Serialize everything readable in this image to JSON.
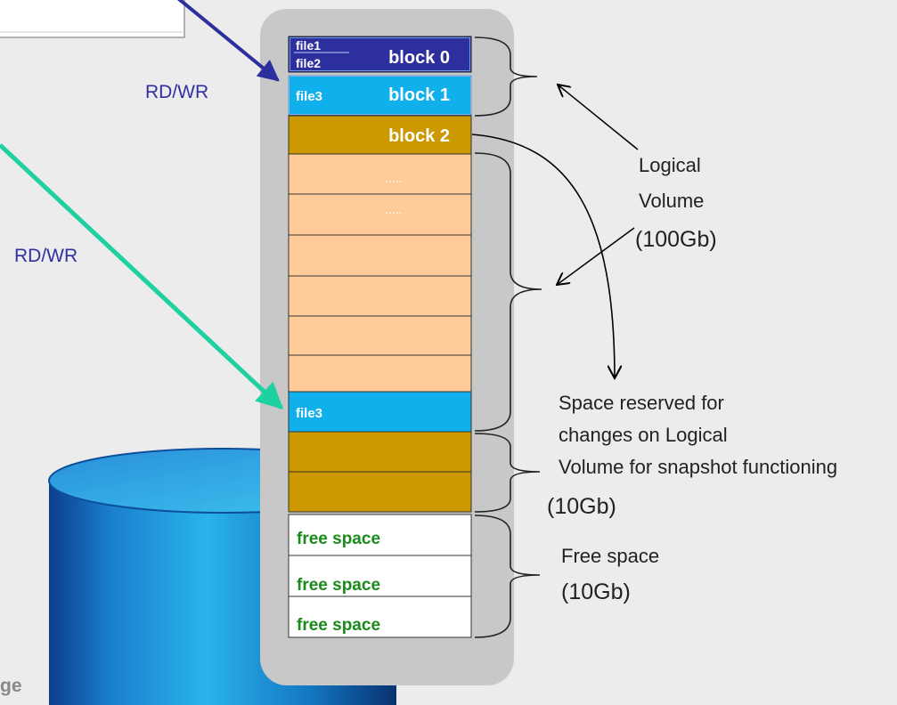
{
  "colors": {
    "background": "#ececec",
    "block0": "#2e2f9e",
    "block1": "#10b0ec",
    "block2": "#cc9900",
    "logical_block": "#ffcc99",
    "snapshot_block": "#cc9900",
    "free_block": "#ffffff",
    "free_text": "#1a8a1a",
    "arrow_navy": "#2e2f9e",
    "arrow_teal": "#1fd0a0",
    "rdwr_text": "#3030a0"
  },
  "access_labels": {
    "top": "RD/WR",
    "bottom": "RD/WR"
  },
  "blocks": {
    "block0_files": [
      "file1",
      "file2"
    ],
    "block0_label": "block 0",
    "block1_file": "file3",
    "block1_label": "block 1",
    "block2_label": "block 2",
    "dots1": ".....",
    "dots2": ".....",
    "snapshot_file": "file3",
    "free": [
      "free space",
      "free space",
      "free space"
    ]
  },
  "annotations": {
    "logical_volume": [
      "Logical",
      "Volume"
    ],
    "logical_volume_size": "(100Gb)",
    "reserved_lines": [
      "Space reserved for",
      "changes on Logical",
      "Volume for snapshot functioning"
    ],
    "reserved_size": "(10Gb)",
    "free_space": "Free  space",
    "free_space_size": "(10Gb)"
  },
  "storage_caption_fragment": "ge"
}
